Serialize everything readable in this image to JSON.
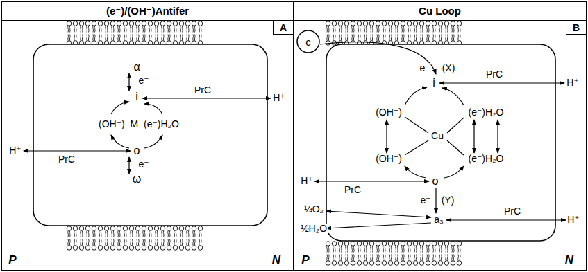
{
  "diagram": {
    "nodes": [
      {
        "text": [
          "(e⁻)/(OH⁻)Antifer"
        ]
      },
      {
        "text": [
          "A"
        ],
        "in": 0
      },
      {
        "text": [
          "Cu Loop"
        ]
      },
      {
        "text": [
          "B"
        ],
        "in": 2
      },
      {
        "text": [
          "c"
        ],
        "in": 2
      }
    ],
    "labels": [
      "α",
      "e⁻",
      "i",
      "PrC",
      "H⁺",
      "(OH⁻)–M–(e⁻)H₂O",
      "o",
      "H⁺",
      "PrC",
      "e⁻",
      "ω",
      "P",
      "N",
      "e⁻",
      "(X)",
      "i",
      "PrC",
      "H⁺",
      "(OH⁻)",
      "(e⁻)H₂O",
      "Cu",
      "(OH⁻)",
      "(e⁻)H₂O",
      "H⁺",
      "o",
      "PrC",
      "e⁻",
      "(Y)",
      "¼O₂",
      "a₃",
      "PrC",
      "H⁺",
      "½H₂O",
      "P",
      "N"
    ]
  }
}
